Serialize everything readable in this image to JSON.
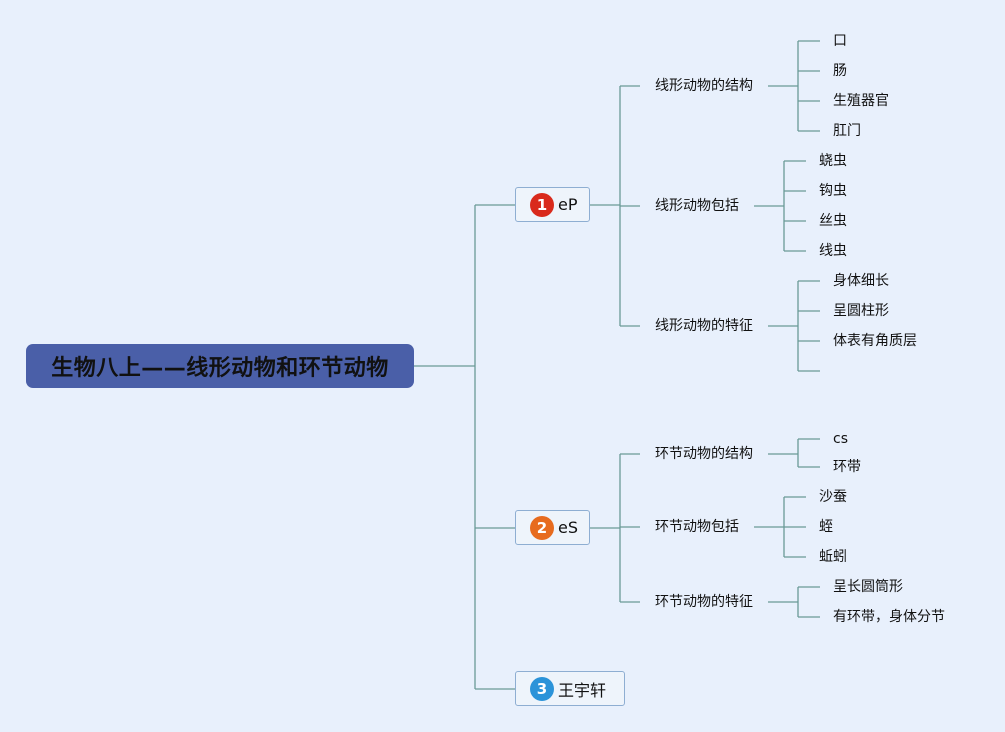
{
  "title": "生物八上——线形动物和环节动物",
  "colors": {
    "root_fill": "#4a5fa8",
    "line": "#6a9a96",
    "badge_1": "#d92a1c",
    "badge_2": "#e76b1e",
    "badge_3": "#2b93d9"
  },
  "branches": [
    {
      "number": "1",
      "label": "eP",
      "subs": [
        {
          "label": "线形动物的结构",
          "leaves": [
            "口",
            "肠",
            "生殖器官",
            "肛门"
          ]
        },
        {
          "label": "线形动物包括",
          "leaves": [
            "蛲虫",
            "钩虫",
            "丝虫",
            "线虫"
          ]
        },
        {
          "label": "线形动物的特征",
          "leaves": [
            "身体细长",
            "呈圆柱形",
            "体表有角质层",
            ""
          ]
        }
      ]
    },
    {
      "number": "2",
      "label": "eS",
      "subs": [
        {
          "label": "环节动物的结构",
          "leaves": [
            "cs",
            "环带"
          ]
        },
        {
          "label": "环节动物包括",
          "leaves": [
            "沙蚕",
            "蛭",
            "蚯蚓"
          ]
        },
        {
          "label": "环节动物的特征",
          "leaves": [
            "呈长圆筒形",
            "有环带，身体分节"
          ]
        }
      ]
    },
    {
      "number": "3",
      "label": "王宇轩",
      "subs": []
    }
  ]
}
